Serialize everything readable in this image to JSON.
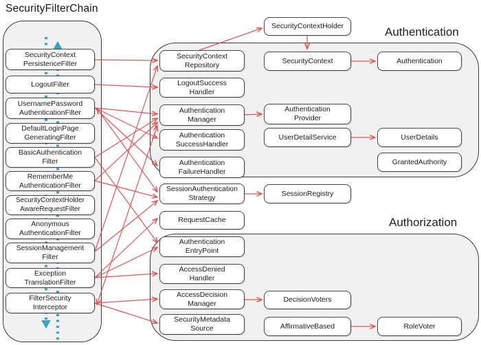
{
  "diagram_title": "SecurityFilterChain",
  "group_labels": {
    "authentication": "Authentication",
    "authorization": "Authorization"
  },
  "nodes": {
    "securityContextPersistenceFilter": "SecurityContext\nPersistenceFilter",
    "logoutFilter": "LogoutFilter",
    "usernamePasswordAuthenticationFilter": "UsernamePassword\nAuthenticationFilter",
    "defaultLoginPageGeneratingFilter": "DefaultLoginPage\nGeneratingFilter",
    "basicAuthenticationFilter": "BasicAuthentication\nFilter",
    "rememberMeAuthenticationFilter": "RememberMe\nAuthenticationFilter",
    "securityContextHolderAwareRequestFilter": "SecurityContextHolder\nAwareRequestFilter",
    "anonymousAuthenticationFilter": "Anonymous\nAuthenticationFilter",
    "sessionManagementFilter": "SessionManagement\nFilter",
    "exceptionTranslationFilter": "Exception\nTranslationFilter",
    "filterSecurityInterceptor": "FilterSecurity\nInterceptor",
    "securityContextRepository": "SecurityContext\nRepository",
    "logoutSuccessHandler": "LogoutSuccess\nHandler",
    "authenticationManager": "Authentication\nManager",
    "authenticationSuccessHandler": "Authentication\nSuccessHandler",
    "authenticationFailureHandler": "Authentication\nFailureHandler",
    "sessionAuthenticationStrategy": "SessionAuthentication\nStrategy",
    "requestCache": "RequestCache",
    "authenticationEntryPoint": "Authentication\nEntryPoint",
    "accessDeniedHandler": "AccessDenied\nHandler",
    "accessDecisionManager": "AccessDecision\nManager",
    "securityMetadataSource": "SecurityMetadata\nSource",
    "securityContextHolder": "SecurityContextHolder",
    "securityContext": "SecurityContext",
    "authenticationProvider": "Authentication\nProvider",
    "userDetailService": "UserDetailService",
    "sessionRegistry": "SessionRegistry",
    "decisionVoters": "DecisionVoters",
    "affirmativeBased": "AffirmativeBased",
    "authentication": "Authentication",
    "userDetails": "UserDetails",
    "grantedAuthority": "GrantedAuthority",
    "roleVoter": "RoleVoter"
  },
  "edges": [
    {
      "from": "securityContextPersistenceFilter",
      "to": "securityContextRepository"
    },
    {
      "from": "logoutFilter",
      "to": "logoutSuccessHandler"
    },
    {
      "from": "usernamePasswordAuthenticationFilter",
      "to": "authenticationManager"
    },
    {
      "from": "usernamePasswordAuthenticationFilter",
      "to": "authenticationSuccessHandler"
    },
    {
      "from": "usernamePasswordAuthenticationFilter",
      "to": "authenticationFailureHandler"
    },
    {
      "from": "usernamePasswordAuthenticationFilter",
      "to": "sessionAuthenticationStrategy",
      "bidirectional": true
    },
    {
      "from": "basicAuthenticationFilter",
      "to": "authenticationManager"
    },
    {
      "from": "basicAuthenticationFilter",
      "to": "authenticationEntryPoint"
    },
    {
      "from": "rememberMeAuthenticationFilter",
      "to": "authenticationManager"
    },
    {
      "from": "rememberMeAuthenticationFilter",
      "to": "sessionAuthenticationStrategy"
    },
    {
      "from": "sessionManagementFilter",
      "to": "securityContextRepository"
    },
    {
      "from": "sessionManagementFilter",
      "to": "sessionAuthenticationStrategy"
    },
    {
      "from": "exceptionTranslationFilter",
      "to": "requestCache"
    },
    {
      "from": "exceptionTranslationFilter",
      "to": "authenticationEntryPoint"
    },
    {
      "from": "exceptionTranslationFilter",
      "to": "accessDeniedHandler"
    },
    {
      "from": "filterSecurityInterceptor",
      "to": "authenticationManager",
      "bidirectional": true
    },
    {
      "from": "filterSecurityInterceptor",
      "to": "accessDecisionManager"
    },
    {
      "from": "filterSecurityInterceptor",
      "to": "securityMetadataSource"
    },
    {
      "from": "securityContextRepository",
      "to": "securityContextHolder"
    },
    {
      "from": "securityContextHolder",
      "to": "securityContext"
    },
    {
      "from": "securityContext",
      "to": "authentication"
    },
    {
      "from": "authenticationManager",
      "to": "authenticationProvider"
    },
    {
      "from": "userDetailService",
      "to": "userDetails"
    },
    {
      "from": "sessionAuthenticationStrategy",
      "to": "sessionRegistry"
    },
    {
      "from": "accessDecisionManager",
      "to": "decisionVoters"
    },
    {
      "from": "affirmativeBased",
      "to": "roleVoter"
    }
  ],
  "colors": {
    "edge_red": "#d84a4a",
    "flow_teal": "#35a3bf",
    "group_fill": "#f1f1f1",
    "node_border": "#464646"
  }
}
